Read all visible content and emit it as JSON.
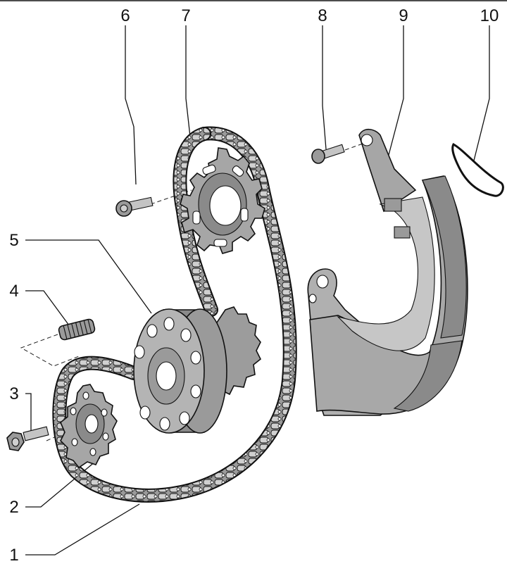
{
  "colors": {
    "part_fill": "#a6a6a6",
    "part_shade": "#8a8a8a",
    "part_light": "#d6d6d6",
    "outline": "#111111",
    "background": "#ffffff"
  },
  "callouts": [
    {
      "id": "1",
      "label": "1"
    },
    {
      "id": "2",
      "label": "2"
    },
    {
      "id": "3",
      "label": "3"
    },
    {
      "id": "4",
      "label": "4"
    },
    {
      "id": "5",
      "label": "5"
    },
    {
      "id": "6",
      "label": "6"
    },
    {
      "id": "7",
      "label": "7"
    },
    {
      "id": "8",
      "label": "8"
    },
    {
      "id": "9",
      "label": "9"
    },
    {
      "id": "10",
      "label": "10"
    }
  ]
}
